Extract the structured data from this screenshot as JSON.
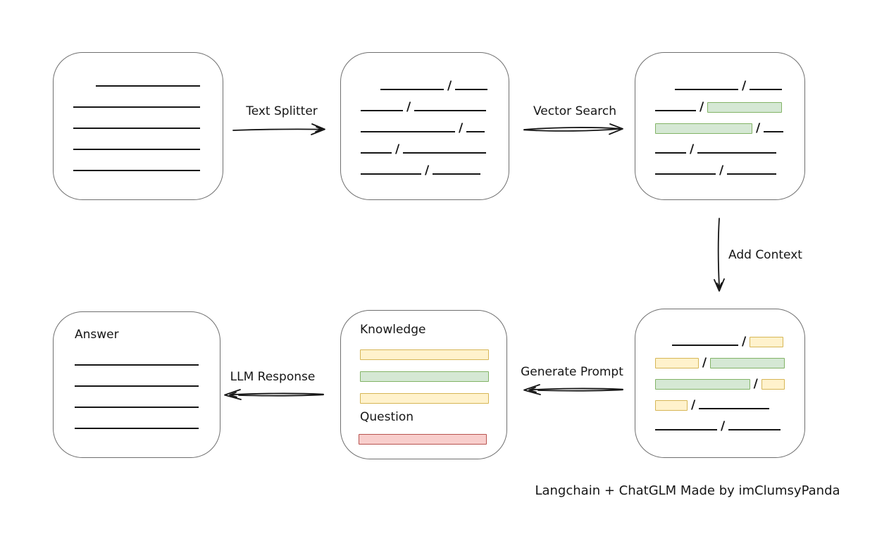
{
  "caption": "Langchain + ChatGLM Made by imClumsyPanda",
  "colors": {
    "stroke": "#161616",
    "box_border": "#6f6f6f",
    "green_fill": "#d5e8d4",
    "green_stroke": "#82b366",
    "yellow_fill": "#fff2cc",
    "yellow_stroke": "#d6b656",
    "red_fill": "#f8cecc",
    "red_stroke": "#b85450"
  },
  "arrows": {
    "text_splitter": {
      "label": "Text Splitter"
    },
    "vector_search": {
      "label": "Vector Search"
    },
    "add_context": {
      "label": "Add Context"
    },
    "generate_prompt": {
      "label": "Generate Prompt"
    },
    "llm_response": {
      "label": "LLM Response"
    }
  },
  "boxes": {
    "document": {
      "rows": [
        [
          {
            "t": "gap",
            "w": 32
          },
          {
            "t": "line",
            "w": 148
          }
        ],
        [
          {
            "t": "line",
            "w": 180
          }
        ],
        [
          {
            "t": "line",
            "w": 180
          }
        ],
        [
          {
            "t": "line",
            "w": 180
          }
        ],
        [
          {
            "t": "line",
            "w": 180
          }
        ]
      ]
    },
    "chunks": {
      "rows": [
        [
          {
            "t": "gap",
            "w": 28
          },
          {
            "t": "line",
            "w": 90
          },
          {
            "t": "slash"
          },
          {
            "t": "line",
            "w": 46
          }
        ],
        [
          {
            "t": "line",
            "w": 60
          },
          {
            "t": "slash"
          },
          {
            "t": "line",
            "w": 102
          }
        ],
        [
          {
            "t": "line",
            "w": 134
          },
          {
            "t": "slash"
          },
          {
            "t": "line",
            "w": 26
          }
        ],
        [
          {
            "t": "line",
            "w": 44
          },
          {
            "t": "slash"
          },
          {
            "t": "line",
            "w": 118
          }
        ],
        [
          {
            "t": "line",
            "w": 86
          },
          {
            "t": "slash"
          },
          {
            "t": "line",
            "w": 68
          }
        ]
      ]
    },
    "retrieved": {
      "rows": [
        [
          {
            "t": "gap",
            "w": 28
          },
          {
            "t": "line",
            "w": 90
          },
          {
            "t": "slash"
          },
          {
            "t": "line",
            "w": 46
          }
        ],
        [
          {
            "t": "line",
            "w": 58
          },
          {
            "t": "slash"
          },
          {
            "t": "chunk",
            "c": "green",
            "w": 106
          }
        ],
        [
          {
            "t": "chunk",
            "c": "green",
            "w": 138
          },
          {
            "t": "slash"
          },
          {
            "t": "line",
            "w": 28
          }
        ],
        [
          {
            "t": "line",
            "w": 44
          },
          {
            "t": "slash"
          },
          {
            "t": "line",
            "w": 112
          }
        ],
        [
          {
            "t": "line",
            "w": 86
          },
          {
            "t": "slash"
          },
          {
            "t": "line",
            "w": 70
          }
        ]
      ]
    },
    "context": {
      "rows": [
        [
          {
            "t": "gap",
            "w": 24
          },
          {
            "t": "line",
            "w": 94
          },
          {
            "t": "slash"
          },
          {
            "t": "chunk",
            "c": "yellow",
            "w": 48
          }
        ],
        [
          {
            "t": "chunk",
            "c": "yellow",
            "w": 62
          },
          {
            "t": "slash"
          },
          {
            "t": "chunk",
            "c": "green",
            "w": 106
          }
        ],
        [
          {
            "t": "chunk",
            "c": "green",
            "w": 138
          },
          {
            "t": "slash"
          },
          {
            "t": "chunk",
            "c": "yellow",
            "w": 34
          }
        ],
        [
          {
            "t": "chunk",
            "c": "yellow",
            "w": 46
          },
          {
            "t": "slash"
          },
          {
            "t": "line",
            "w": 100
          }
        ],
        [
          {
            "t": "line",
            "w": 88
          },
          {
            "t": "slash"
          },
          {
            "t": "line",
            "w": 74
          }
        ]
      ]
    },
    "prompt": {
      "knowledge_label": "Knowledge",
      "question_label": "Question",
      "knowledge_bars": [
        "yellow",
        "green",
        "yellow"
      ],
      "question_bars": [
        "red"
      ]
    },
    "answer": {
      "label": "Answer",
      "rows": [
        [
          {
            "t": "line",
            "w": 182
          }
        ],
        [
          {
            "t": "line",
            "w": 182
          }
        ],
        [
          {
            "t": "line",
            "w": 182
          }
        ],
        [
          {
            "t": "line",
            "w": 182
          }
        ]
      ]
    }
  }
}
